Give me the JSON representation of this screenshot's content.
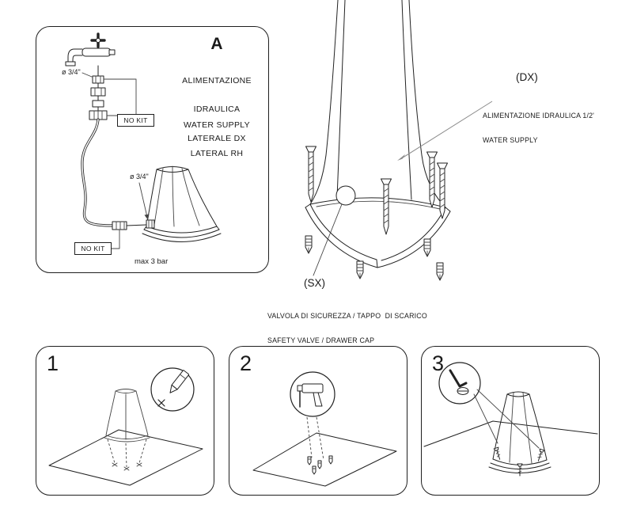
{
  "panel_a": {
    "label": "A",
    "supply_it": [
      "ALIMENTAZIONE",
      "IDRAULICA",
      "LATERALE DX"
    ],
    "supply_en": [
      "WATER SUPPLY",
      "LATERAL RH"
    ],
    "no_kit_top": "NO KIT",
    "no_kit_bottom": "NO KIT",
    "diameter_top": "ø 3/4\"",
    "diameter_base": "ø 3/4\"",
    "max_pressure": "max 3 bar"
  },
  "main_diagram": {
    "dx_label": "(DX)",
    "dx_note": [
      "ALIMENTAZIONE IDRAULICA 1/2'",
      "WATER SUPPLY"
    ],
    "sx_label": "(SX)",
    "sx_note": [
      "VALVOLA DI SICUREZZA / TAPPO  DI SCARICO",
      "SAFETY VALVE / DRAWER CAP"
    ]
  },
  "steps": [
    {
      "number": "1"
    },
    {
      "number": "2"
    },
    {
      "number": "3"
    }
  ],
  "colors": {
    "ink": "#1f1f1f",
    "leader_gray": "#8a8a8a",
    "background": "#ffffff"
  },
  "illustrations": {
    "panel_a": [
      "faucet",
      "pipe-fittings",
      "flex-hose",
      "shower-base"
    ],
    "main": [
      "shower-column-base",
      "fixing-screws",
      "wall-anchors",
      "safety-valve-marker"
    ],
    "step1": [
      "floor-tile",
      "marker-pen",
      "base-outline",
      "drill-marks"
    ],
    "step2": [
      "floor-tile",
      "drill",
      "wall-anchors"
    ],
    "step3": [
      "floor-surface",
      "shower-base",
      "hex-key-on-screw",
      "screws"
    ]
  }
}
